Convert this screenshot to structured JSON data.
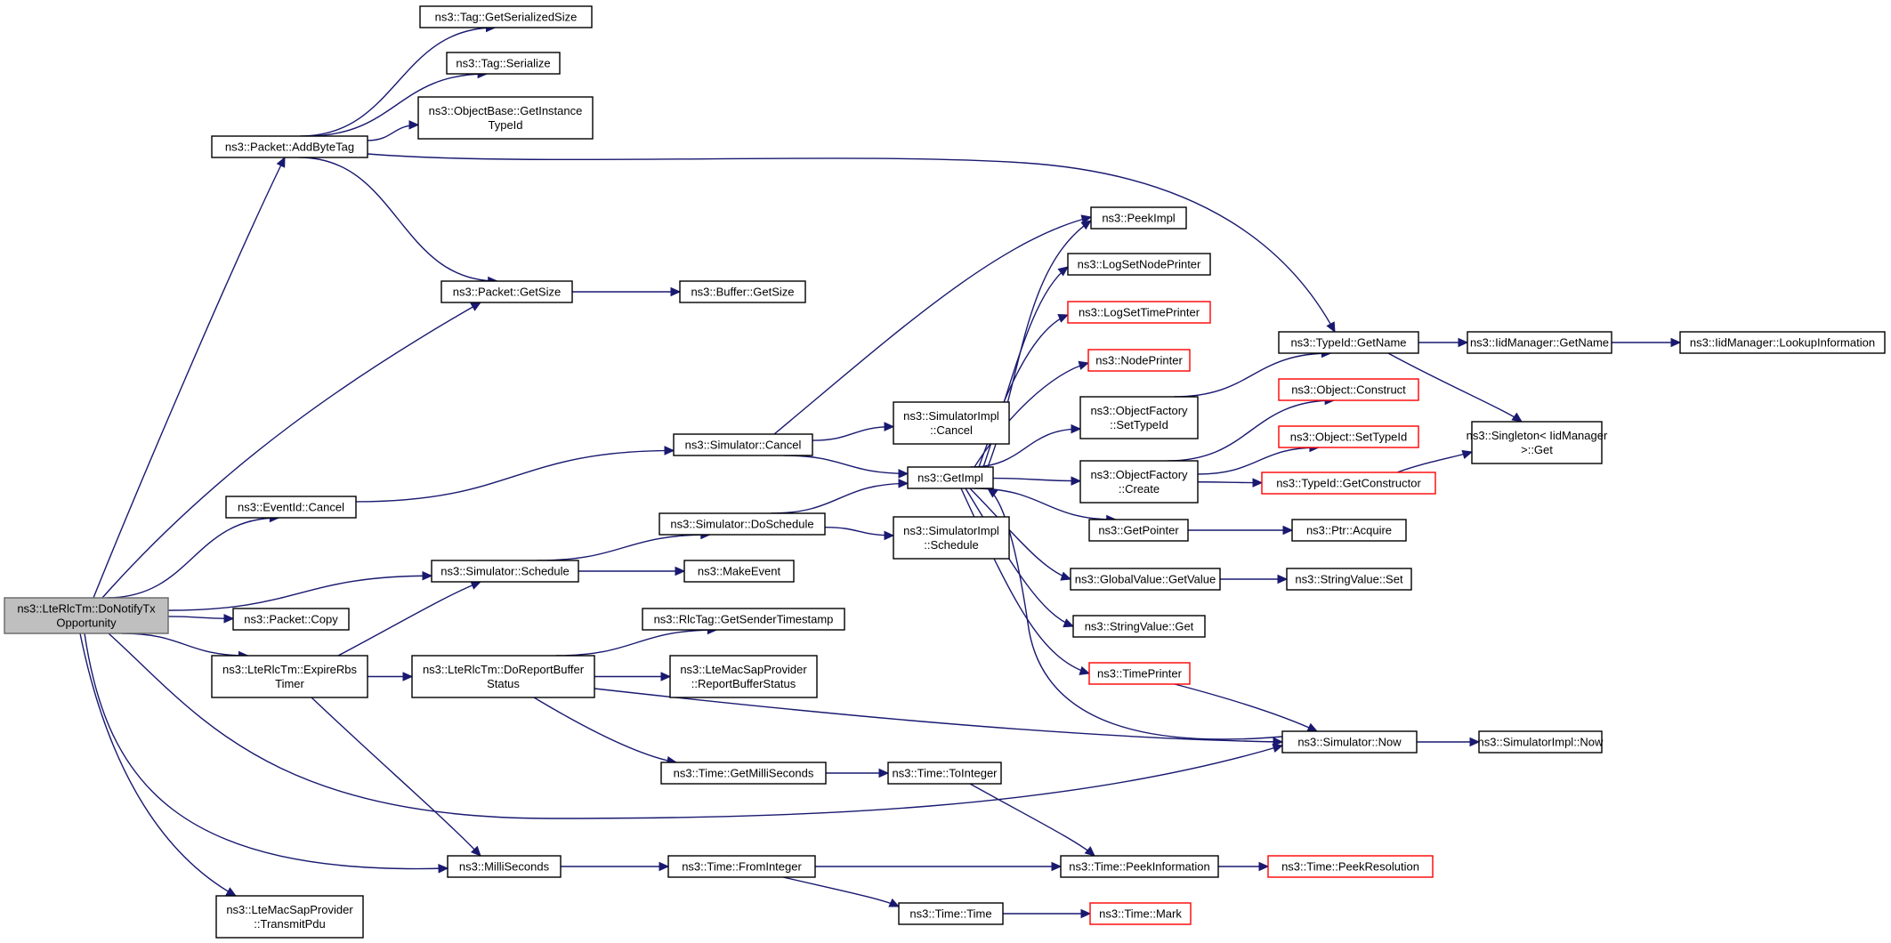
{
  "diagram": {
    "type": "call-graph",
    "colors": {
      "edge": "#191970",
      "node_border": "#000000",
      "external_border": "#ff0000",
      "root_fill": "#bfbfbf"
    },
    "nodes": [
      {
        "id": "root",
        "lines": [
          "ns3::LteRlcTm::DoNotifyTx",
          "Opportunity"
        ],
        "style": "root"
      },
      {
        "id": "tag_ser_size",
        "lines": [
          "ns3::Tag::GetSerializedSize"
        ],
        "style": "normal"
      },
      {
        "id": "tag_ser",
        "lines": [
          "ns3::Tag::Serialize"
        ],
        "style": "normal"
      },
      {
        "id": "objbase_get",
        "lines": [
          "ns3::ObjectBase::GetInstance",
          "TypeId"
        ],
        "style": "normal"
      },
      {
        "id": "pkt_add",
        "lines": [
          "ns3::Packet::AddByteTag"
        ],
        "style": "normal"
      },
      {
        "id": "pkt_size",
        "lines": [
          "ns3::Packet::GetSize"
        ],
        "style": "normal"
      },
      {
        "id": "buf_size",
        "lines": [
          "ns3::Buffer::GetSize"
        ],
        "style": "normal"
      },
      {
        "id": "eid_cancel",
        "lines": [
          "ns3::EventId::Cancel"
        ],
        "style": "normal"
      },
      {
        "id": "sim_cancel",
        "lines": [
          "ns3::Simulator::Cancel"
        ],
        "style": "normal"
      },
      {
        "id": "simimpl_cancel",
        "lines": [
          "ns3::SimulatorImpl",
          "::Cancel"
        ],
        "style": "normal"
      },
      {
        "id": "get_impl",
        "lines": [
          "ns3::GetImpl"
        ],
        "style": "normal"
      },
      {
        "id": "peek_impl",
        "lines": [
          "ns3::PeekImpl"
        ],
        "style": "normal"
      },
      {
        "id": "log_node",
        "lines": [
          "ns3::LogSetNodePrinter"
        ],
        "style": "normal"
      },
      {
        "id": "log_time",
        "lines": [
          "ns3::LogSetTimePrinter"
        ],
        "style": "red"
      },
      {
        "id": "node_printer",
        "lines": [
          "ns3::NodePrinter"
        ],
        "style": "red"
      },
      {
        "id": "of_settype",
        "lines": [
          "ns3::ObjectFactory",
          "::SetTypeId"
        ],
        "style": "normal"
      },
      {
        "id": "of_create",
        "lines": [
          "ns3::ObjectFactory",
          "::Create"
        ],
        "style": "normal"
      },
      {
        "id": "get_pointer",
        "lines": [
          "ns3::GetPointer"
        ],
        "style": "normal"
      },
      {
        "id": "gv_get",
        "lines": [
          "ns3::GlobalValue::GetValue"
        ],
        "style": "normal"
      },
      {
        "id": "sv_get",
        "lines": [
          "ns3::StringValue::Get"
        ],
        "style": "normal"
      },
      {
        "id": "time_printer",
        "lines": [
          "ns3::TimePrinter"
        ],
        "style": "red"
      },
      {
        "id": "typeid_getname",
        "lines": [
          "ns3::TypeId::GetName"
        ],
        "style": "normal"
      },
      {
        "id": "iid_getname",
        "lines": [
          "ns3::IidManager::GetName"
        ],
        "style": "normal"
      },
      {
        "id": "iid_lookup",
        "lines": [
          "ns3::IidManager::LookupInformation"
        ],
        "style": "normal"
      },
      {
        "id": "obj_construct",
        "lines": [
          "ns3::Object::Construct"
        ],
        "style": "red"
      },
      {
        "id": "obj_settype",
        "lines": [
          "ns3::Object::SetTypeId"
        ],
        "style": "red"
      },
      {
        "id": "typeid_ctor",
        "lines": [
          "ns3::TypeId::GetConstructor"
        ],
        "style": "red"
      },
      {
        "id": "singleton",
        "lines": [
          "ns3::Singleton< IidManager",
          " >::Get"
        ],
        "style": "normal"
      },
      {
        "id": "ptr_acquire",
        "lines": [
          "ns3::Ptr::Acquire"
        ],
        "style": "normal"
      },
      {
        "id": "sv_set",
        "lines": [
          "ns3::StringValue::Set"
        ],
        "style": "normal"
      },
      {
        "id": "sim_now",
        "lines": [
          "ns3::Simulator::Now"
        ],
        "style": "normal"
      },
      {
        "id": "simimpl_now",
        "lines": [
          "ns3::SimulatorImpl::Now"
        ],
        "style": "normal"
      },
      {
        "id": "sim_dosched",
        "lines": [
          "ns3::Simulator::DoSchedule"
        ],
        "style": "normal"
      },
      {
        "id": "simimpl_sched",
        "lines": [
          "ns3::SimulatorImpl",
          "::Schedule"
        ],
        "style": "normal"
      },
      {
        "id": "sim_sched",
        "lines": [
          "ns3::Simulator::Schedule"
        ],
        "style": "normal"
      },
      {
        "id": "make_event",
        "lines": [
          "ns3::MakeEvent"
        ],
        "style": "normal"
      },
      {
        "id": "pkt_copy",
        "lines": [
          "ns3::Packet::Copy"
        ],
        "style": "normal"
      },
      {
        "id": "expire",
        "lines": [
          "ns3::LteRlcTm::ExpireRbs",
          "Timer"
        ],
        "style": "normal"
      },
      {
        "id": "doreport",
        "lines": [
          "ns3::LteRlcTm::DoReportBuffer",
          "Status"
        ],
        "style": "normal"
      },
      {
        "id": "rlctag",
        "lines": [
          "ns3::RlcTag::GetSenderTimestamp"
        ],
        "style": "normal"
      },
      {
        "id": "report_bs",
        "lines": [
          "ns3::LteMacSapProvider",
          "::ReportBufferStatus"
        ],
        "style": "normal"
      },
      {
        "id": "get_milli",
        "lines": [
          "ns3::Time::GetMilliSeconds"
        ],
        "style": "normal"
      },
      {
        "id": "to_int",
        "lines": [
          "ns3::Time::ToInteger"
        ],
        "style": "normal"
      },
      {
        "id": "milli",
        "lines": [
          "ns3::MilliSeconds"
        ],
        "style": "normal"
      },
      {
        "id": "from_int",
        "lines": [
          "ns3::Time::FromInteger"
        ],
        "style": "normal"
      },
      {
        "id": "peek_info",
        "lines": [
          "ns3::Time::PeekInformation"
        ],
        "style": "normal"
      },
      {
        "id": "peek_res",
        "lines": [
          "ns3::Time::PeekResolution"
        ],
        "style": "red"
      },
      {
        "id": "time_time",
        "lines": [
          "ns3::Time::Time"
        ],
        "style": "normal"
      },
      {
        "id": "time_mark",
        "lines": [
          "ns3::Time::Mark"
        ],
        "style": "red"
      },
      {
        "id": "transmit",
        "lines": [
          "ns3::LteMacSapProvider",
          "::TransmitPdu"
        ],
        "style": "normal"
      }
    ],
    "edges": [
      [
        "root",
        "pkt_add"
      ],
      [
        "root",
        "pkt_size"
      ],
      [
        "root",
        "eid_cancel"
      ],
      [
        "root",
        "sim_sched"
      ],
      [
        "root",
        "pkt_copy"
      ],
      [
        "root",
        "expire"
      ],
      [
        "root",
        "sim_now"
      ],
      [
        "root",
        "milli"
      ],
      [
        "root",
        "transmit"
      ],
      [
        "pkt_add",
        "tag_ser_size"
      ],
      [
        "pkt_add",
        "tag_ser"
      ],
      [
        "pkt_add",
        "objbase_get"
      ],
      [
        "pkt_add",
        "pkt_size"
      ],
      [
        "pkt_add",
        "typeid_getname"
      ],
      [
        "pkt_size",
        "buf_size"
      ],
      [
        "eid_cancel",
        "sim_cancel"
      ],
      [
        "sim_cancel",
        "peek_impl"
      ],
      [
        "sim_cancel",
        "simimpl_cancel"
      ],
      [
        "sim_cancel",
        "get_impl"
      ],
      [
        "sim_sched",
        "sim_dosched"
      ],
      [
        "sim_sched",
        "make_event"
      ],
      [
        "sim_dosched",
        "get_impl"
      ],
      [
        "sim_dosched",
        "simimpl_sched"
      ],
      [
        "get_impl",
        "peek_impl"
      ],
      [
        "get_impl",
        "log_node"
      ],
      [
        "get_impl",
        "log_time"
      ],
      [
        "get_impl",
        "node_printer"
      ],
      [
        "get_impl",
        "of_settype"
      ],
      [
        "get_impl",
        "of_create"
      ],
      [
        "get_impl",
        "get_pointer"
      ],
      [
        "get_impl",
        "gv_get"
      ],
      [
        "get_impl",
        "sv_get"
      ],
      [
        "get_impl",
        "time_printer"
      ],
      [
        "of_settype",
        "typeid_getname"
      ],
      [
        "of_create",
        "obj_construct"
      ],
      [
        "of_create",
        "obj_settype"
      ],
      [
        "of_create",
        "typeid_ctor"
      ],
      [
        "typeid_ctor",
        "singleton"
      ],
      [
        "typeid_getname",
        "iid_getname"
      ],
      [
        "typeid_getname",
        "singleton"
      ],
      [
        "iid_getname",
        "iid_lookup"
      ],
      [
        "get_pointer",
        "ptr_acquire"
      ],
      [
        "gv_get",
        "sv_set"
      ],
      [
        "time_printer",
        "sim_now"
      ],
      [
        "sim_now",
        "get_impl"
      ],
      [
        "sim_now",
        "simimpl_now"
      ],
      [
        "expire",
        "sim_sched"
      ],
      [
        "expire",
        "doreport"
      ],
      [
        "expire",
        "milli"
      ],
      [
        "doreport",
        "rlctag"
      ],
      [
        "doreport",
        "report_bs"
      ],
      [
        "doreport",
        "sim_now"
      ],
      [
        "doreport",
        "get_milli"
      ],
      [
        "get_milli",
        "to_int"
      ],
      [
        "to_int",
        "peek_info"
      ],
      [
        "milli",
        "from_int"
      ],
      [
        "from_int",
        "peek_info"
      ],
      [
        "from_int",
        "time_time"
      ],
      [
        "peek_info",
        "peek_res"
      ],
      [
        "time_time",
        "time_mark"
      ]
    ]
  }
}
